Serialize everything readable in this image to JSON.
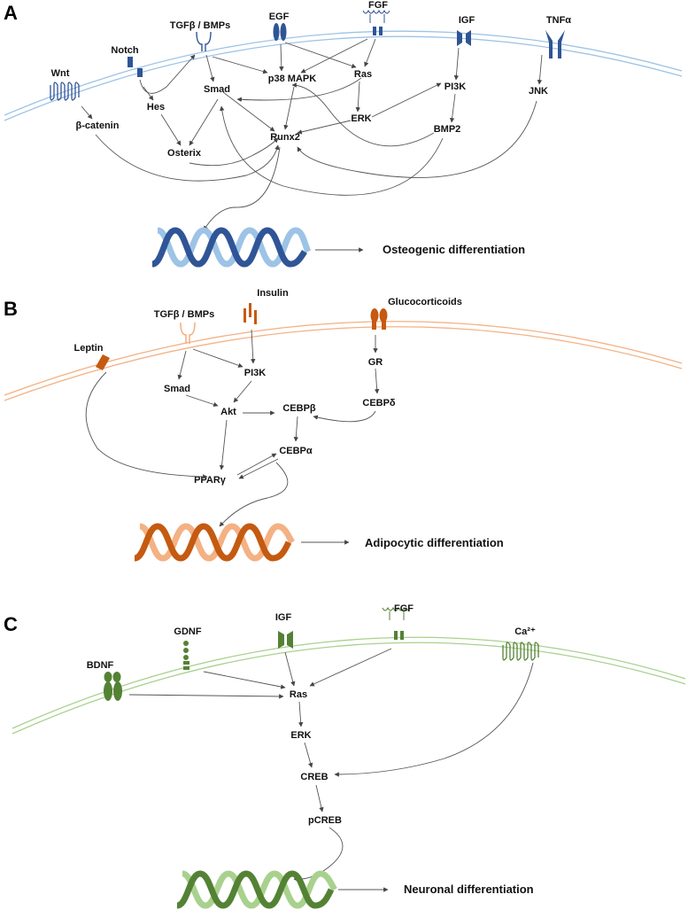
{
  "colors": {
    "A": {
      "dark": "#2f5597",
      "light": "#9dc3e6",
      "membrane": "#9dc3e6"
    },
    "B": {
      "dark": "#c55a11",
      "light": "#f4b183",
      "membrane": "#f4b183"
    },
    "C": {
      "dark": "#548235",
      "light": "#a9d18e",
      "membrane": "#a9d18e"
    }
  },
  "panels": {
    "A": {
      "letter": "A",
      "receptors": {
        "wnt": "Wnt",
        "notch": "Notch",
        "tgfb": "TGFβ / BMPs",
        "egf": "EGF",
        "fgf": "FGF",
        "igf": "IGF",
        "tnfa": "TNFα"
      },
      "nodes": {
        "smad": "Smad",
        "p38": "p38 MAPK",
        "ras": "Ras",
        "pi3k": "PI3K",
        "jnk": "JNK",
        "hes": "Hes",
        "erk": "ERK",
        "bmp2": "BMP2",
        "bcatenin": "β-catenin",
        "runx2": "Runx2",
        "osterix": "Osterix"
      },
      "outcome": "Osteogenic differentiation"
    },
    "B": {
      "letter": "B",
      "receptors": {
        "tgfb": "TGFβ / BMPs",
        "insulin": "Insulin",
        "gluco": "Glucocorticoids",
        "leptin": "Leptin"
      },
      "nodes": {
        "gr": "GR",
        "smad": "Smad",
        "pi3k": "PI3K",
        "akt": "Akt",
        "cebpb": "CEBPβ",
        "cebpd": "CEBPδ",
        "cebpa": "CEBPα",
        "pparg": "PPARγ"
      },
      "outcome": "Adipocytic differentiation"
    },
    "C": {
      "letter": "C",
      "receptors": {
        "gdnf": "GDNF",
        "igf": "IGF",
        "fgf": "FGF",
        "bdnf": "BDNF",
        "ca": "Ca²⁺"
      },
      "nodes": {
        "ras": "Ras",
        "erk": "ERK",
        "creb": "CREB",
        "pcreb": "pCREB"
      },
      "outcome": "Neuronal differentiation"
    }
  }
}
